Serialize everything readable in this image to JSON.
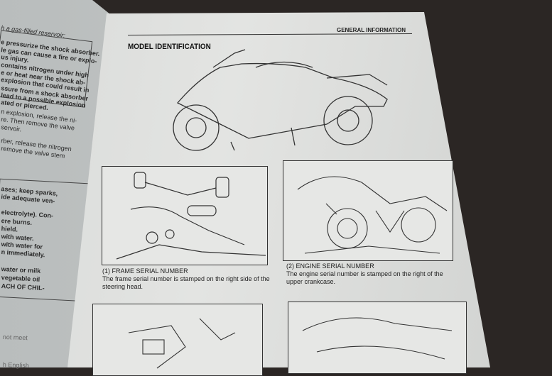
{
  "left_page": {
    "lines": [
      "h a gas-filled reservoir:",
      "e pressurize the shock absorber.",
      "le gas can cause a fire or explo-",
      "us injury.",
      "contains nitrogen under high",
      "e or heat near the shock ab-",
      "explosion that could result in",
      "ssure from a shock absorber",
      "lead to a possible explosion",
      "ated or pierced.",
      "n explosion, release the ni-",
      "re. Then remove the valve",
      "servoir.",
      "rber, release the nitrogen",
      "remove the valve stem",
      "ases; keep sparks,",
      "ide adequate ven-",
      "electrolyte). Con-",
      "ere burns.",
      "hield.",
      "with water.",
      "with water for",
      "n immediately.",
      "water or milk",
      "vegetable oil",
      "ACH OF CHIL-",
      "not meet",
      "h English"
    ]
  },
  "right_page": {
    "header": "GENERAL INFORMATION",
    "title": "MODEL IDENTIFICATION",
    "figures": [
      {
        "caption_title": "(1) FRAME SERIAL NUMBER",
        "caption_text": "The frame serial number is stamped on the right side of the steering head."
      },
      {
        "caption_title": "(2) ENGINE SERIAL NUMBER",
        "caption_text": "The engine serial number is stamped on the right of the upper crankcase."
      }
    ]
  }
}
